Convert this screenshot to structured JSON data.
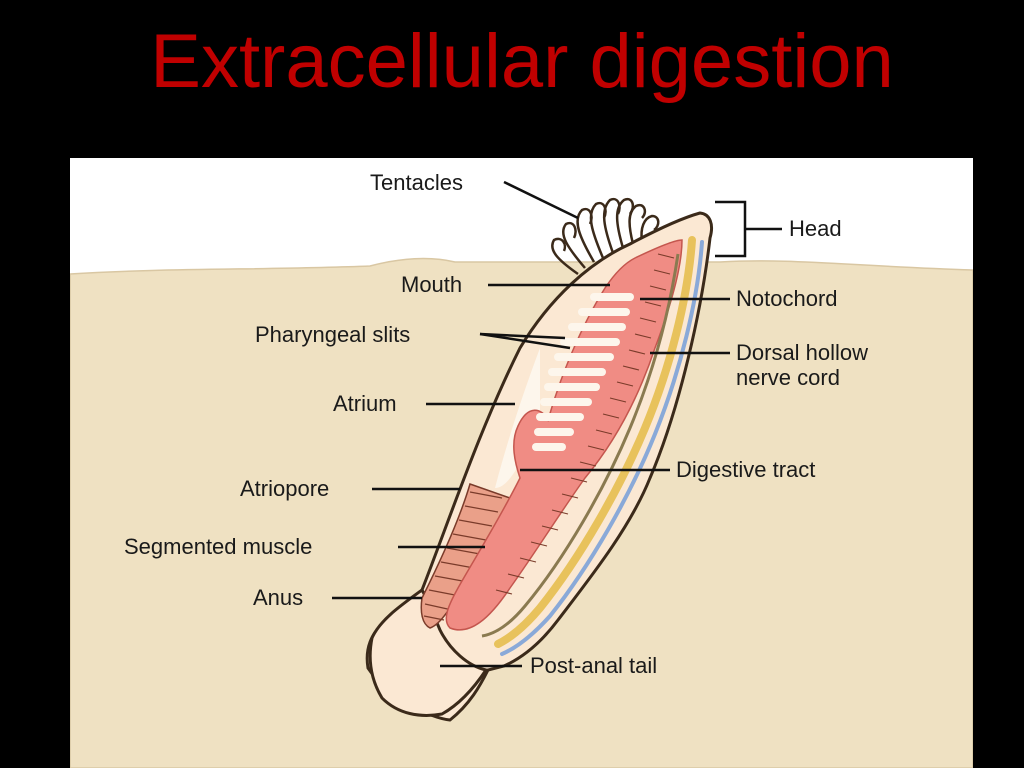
{
  "slide": {
    "title": "Extracellular digestion"
  },
  "diagram": {
    "labels": {
      "tentacles": "Tentacles",
      "head": "Head",
      "mouth": "Mouth",
      "notochord": "Notochord",
      "pharyngeal_slits": "Pharyngeal slits",
      "dorsal_hollow_nerve_cord_line1": "Dorsal hollow",
      "dorsal_hollow_nerve_cord_line2": "nerve cord",
      "atrium": "Atrium",
      "digestive_tract": "Digestive tract",
      "atriopore": "Atriopore",
      "segmented_muscle": "Segmented muscle",
      "anus": "Anus",
      "post_anal_tail": "Post-anal tail"
    },
    "colors": {
      "sky": "#ffffff",
      "sand": "#efe1c2",
      "body_fill": "#fbe8d3",
      "body_outline": "#3b2a1a",
      "pharynx": "#f08c84",
      "muscle": "#eaa089",
      "notochord": "#e8c25c",
      "nerve_cord": "#8aa9d8",
      "title": "#c00000"
    }
  }
}
